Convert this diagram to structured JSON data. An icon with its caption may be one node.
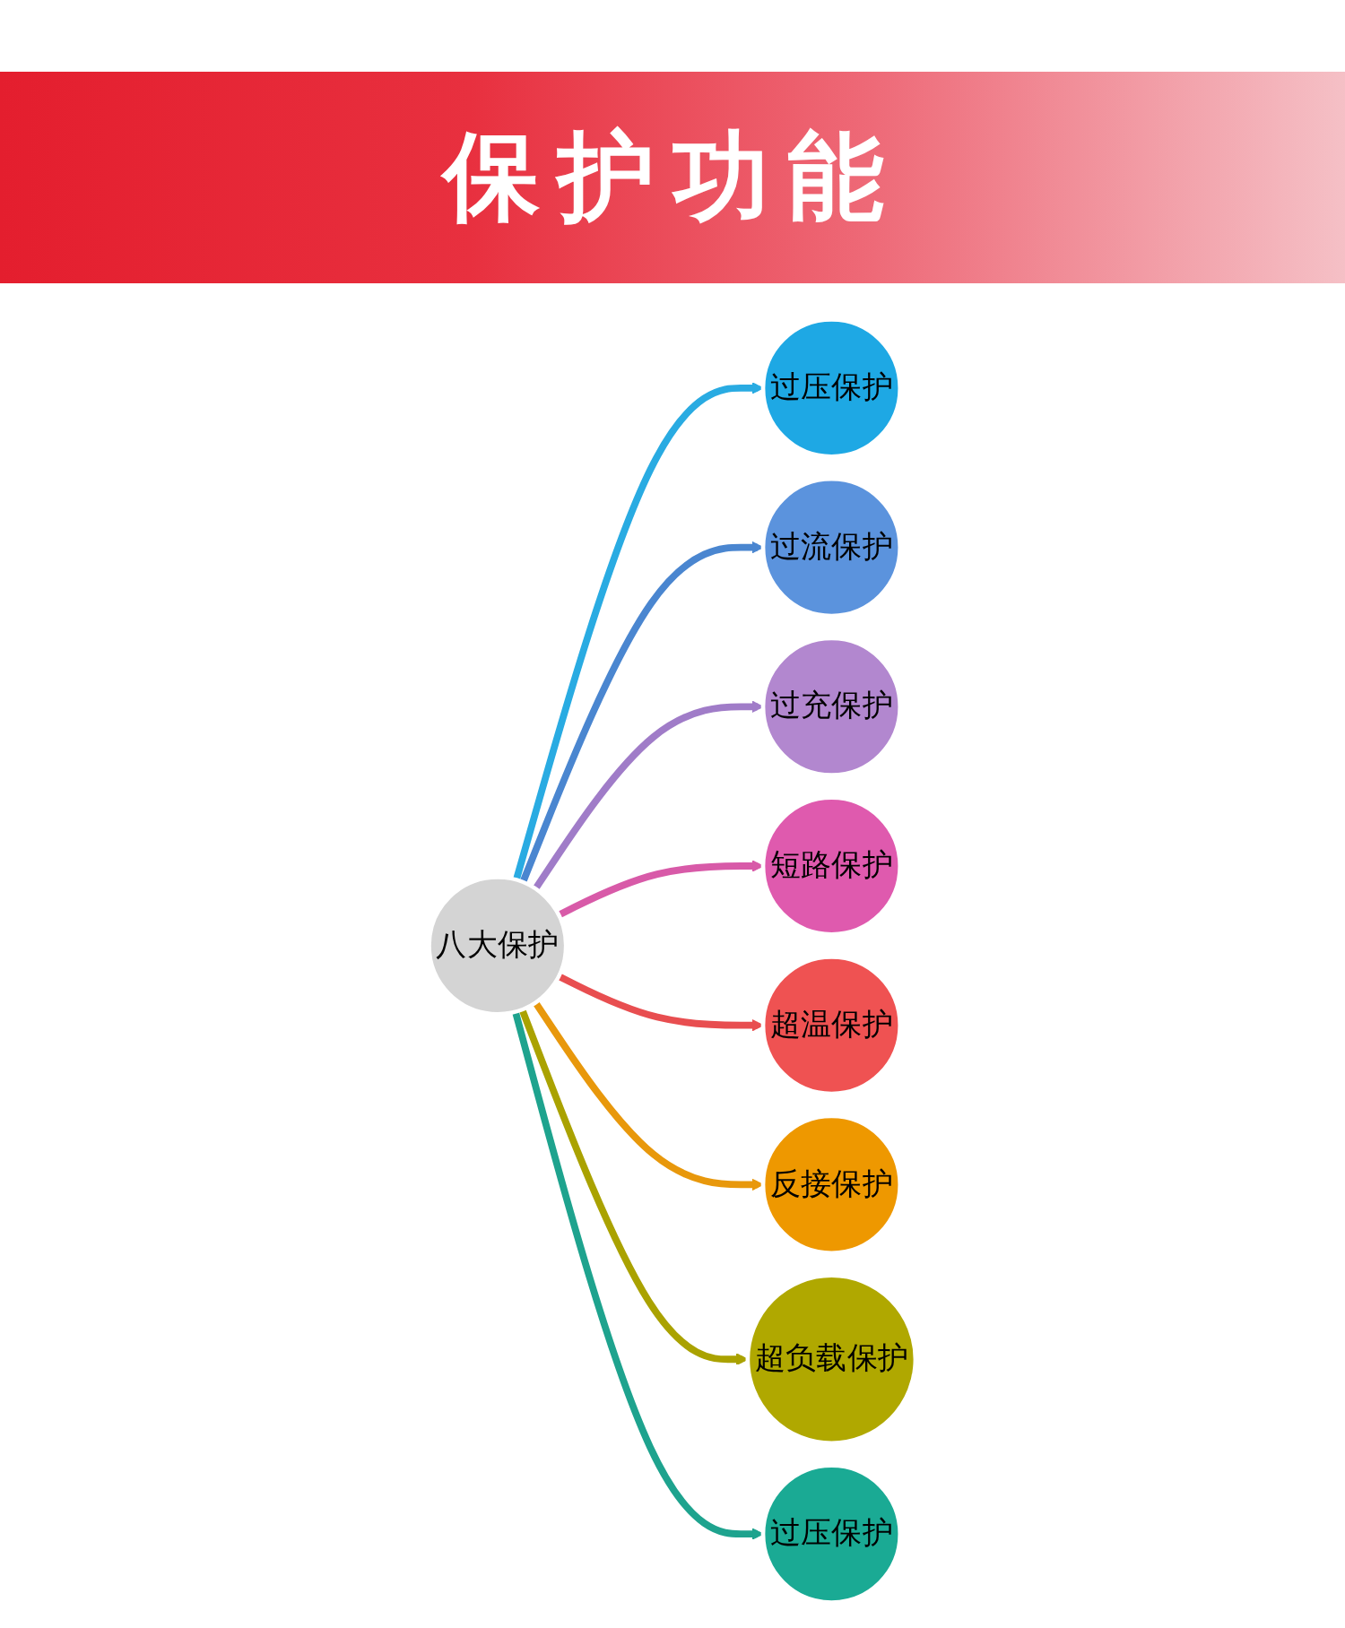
{
  "diagram": {
    "title": "保护功能",
    "nodes": [
      {
        "text": [
          "八大保护"
        ]
      },
      {
        "text": [
          "过压保护"
        ]
      },
      {
        "text": [
          "过流保护"
        ]
      },
      {
        "text": [
          "过充保护"
        ]
      },
      {
        "text": [
          "短路保护"
        ]
      },
      {
        "text": [
          "超温保护"
        ]
      },
      {
        "text": [
          "反接保护"
        ]
      },
      {
        "text": [
          "超负载保护"
        ]
      },
      {
        "text": [
          "过压保护"
        ]
      }
    ],
    "edges": [
      {
        "from": 0,
        "to": 1,
        "arrow": "to",
        "color": "#29abe2"
      },
      {
        "from": 0,
        "to": 2,
        "arrow": "to",
        "color": "#4a86d0"
      },
      {
        "from": 0,
        "to": 3,
        "arrow": "to",
        "color": "#a07cc8"
      },
      {
        "from": 0,
        "to": 4,
        "arrow": "to",
        "color": "#d85aa8"
      },
      {
        "from": 0,
        "to": 5,
        "arrow": "to",
        "color": "#e84e50"
      },
      {
        "from": 0,
        "to": 6,
        "arrow": "to",
        "color": "#e8980c"
      },
      {
        "from": 0,
        "to": 7,
        "arrow": "to",
        "color": "#aaa200"
      },
      {
        "from": 0,
        "to": 8,
        "arrow": "to",
        "color": "#1ea38e"
      }
    ]
  }
}
